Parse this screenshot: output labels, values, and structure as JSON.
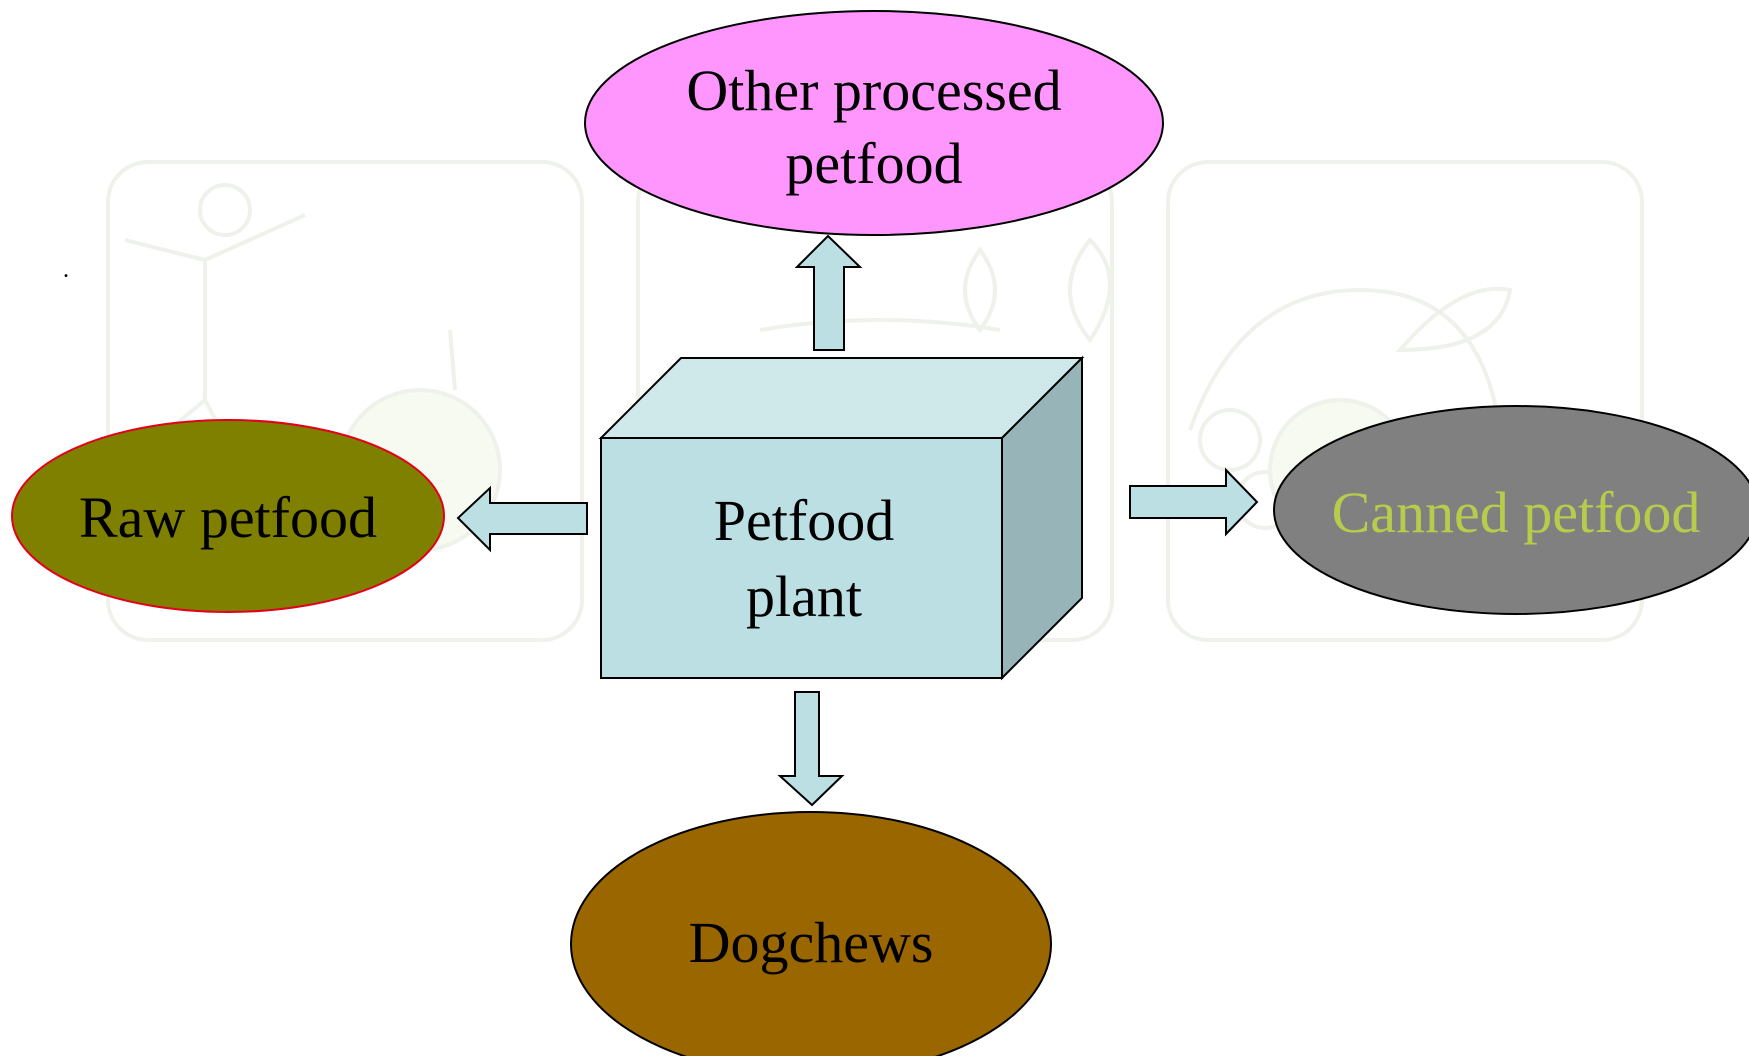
{
  "center": {
    "line1": "Petfood",
    "line2": "plant",
    "fill": "#bcdfe3",
    "top_fill": "#cfe8ea",
    "side_fill": "#97b4b8"
  },
  "nodes": {
    "top": {
      "line1": "Other processed",
      "line2": "petfood",
      "fill": "#fe96fe",
      "text_color": "#000000"
    },
    "left": {
      "label": "Raw petfood",
      "fill": "#7f7f00",
      "stroke": "#e3001b",
      "text_color": "#000000"
    },
    "right": {
      "label": "Canned petfood",
      "fill": "#808080",
      "text_color": "#b8cc4c"
    },
    "bottom": {
      "label": "Dogchews",
      "fill": "#996600",
      "text_color": "#000000"
    }
  },
  "stray_mark": "."
}
